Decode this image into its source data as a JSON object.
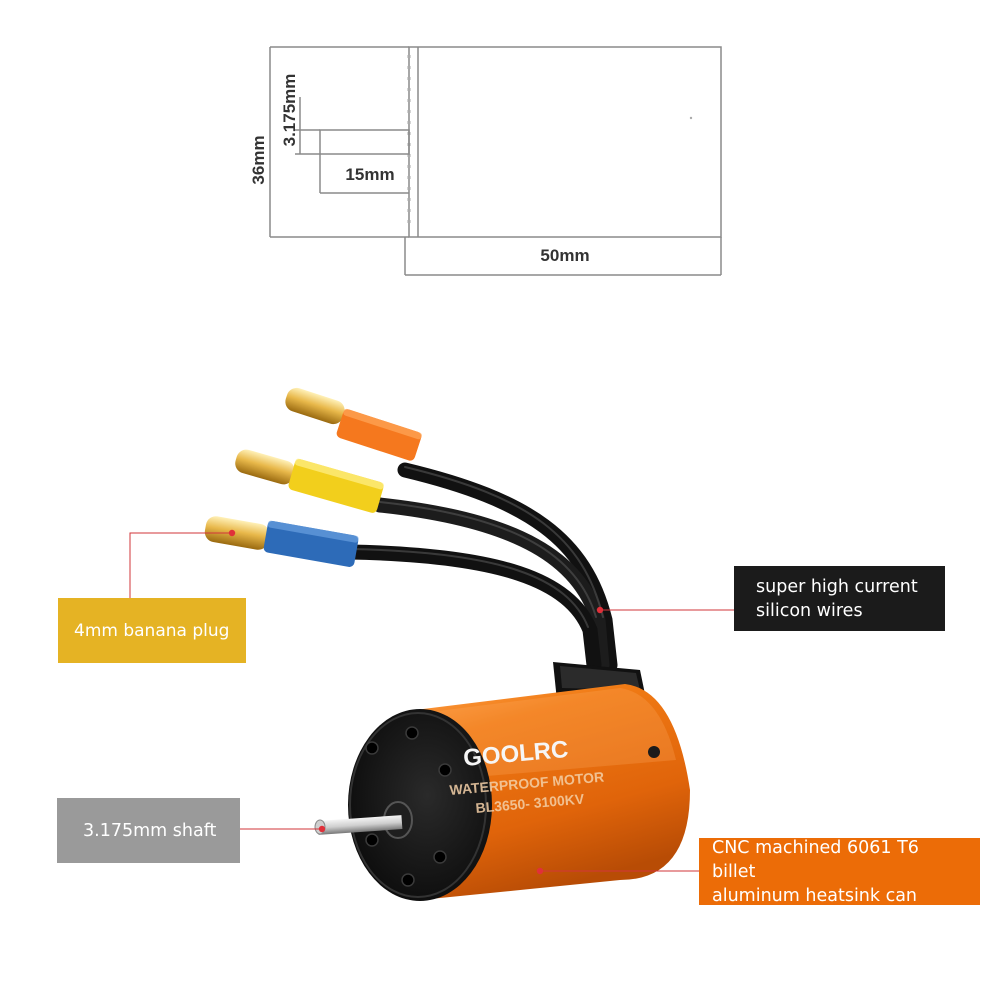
{
  "colors": {
    "drawing_line": "#8a8a8a",
    "dimension_text": "#333333",
    "leader_line": "#d2353a",
    "leader_dot": "#e0303a",
    "can_orange": "#f07a14",
    "can_orange_dark": "#b84c05",
    "can_orange_light": "#ffae55",
    "end_cap": "#141414",
    "wire_black": "#1c1c1c",
    "brass": "#e8b84a",
    "sleeve_orange": "#f5781e",
    "sleeve_yellow": "#f2cf1c",
    "sleeve_blue": "#2d6bb8",
    "shaft": "#cfcfcf"
  },
  "dimensions": {
    "diameter": "36mm",
    "shaft_diameter": "3.175mm",
    "shaft_length": "15mm",
    "body_length": "50mm"
  },
  "motor": {
    "brand": "GOOLRC",
    "line1": "WATERPROOF MOTOR",
    "line2": "BL3650- 3100KV"
  },
  "callouts": {
    "banana_plug": {
      "lines": [
        "4mm banana plug"
      ],
      "bg": "#e5b324",
      "fg": "#ffffff"
    },
    "silicon_wires": {
      "lines": [
        "super high current",
        "silicon wires"
      ],
      "bg": "#1b1b1b",
      "fg": "#ffffff"
    },
    "shaft": {
      "lines": [
        "3.175mm shaft"
      ],
      "bg": "#9a9a9a",
      "fg": "#ffffff"
    },
    "heatsink_can": {
      "lines": [
        "CNC machined 6061 T6 billet",
        "aluminum heatsink can"
      ],
      "bg": "#ec6c07",
      "fg": "#ffffff"
    }
  }
}
